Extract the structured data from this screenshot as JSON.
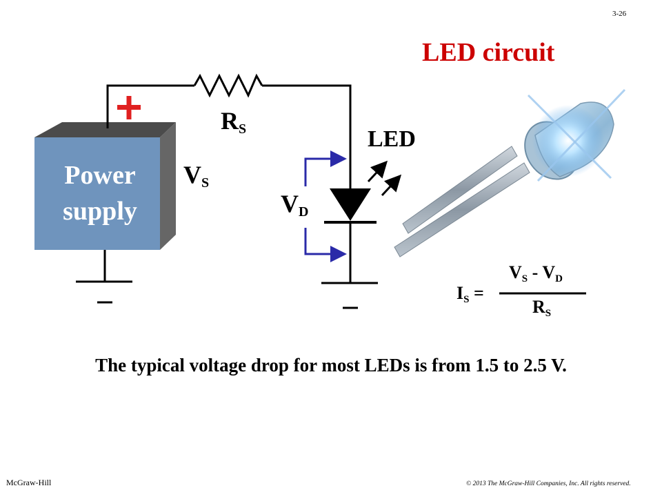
{
  "slide_number": "3-26",
  "title": "LED circuit",
  "power_supply": {
    "line1": "Power",
    "line2": "supply",
    "plus_symbol": "+"
  },
  "labels": {
    "rs_main": "R",
    "rs_sub": "S",
    "vs_main": "V",
    "vs_sub": "S",
    "vd_main": "V",
    "vd_sub": "D",
    "led": "LED"
  },
  "formula": {
    "lhs_main": "I",
    "lhs_sub": "S",
    "equals": "=",
    "num_v1": "V",
    "num_s1": "S",
    "num_op": "- V",
    "num_s2": "D",
    "den_main": "R",
    "den_sub": "S"
  },
  "note": "The typical voltage drop for most LEDs is from 1.5 to 2.5 V.",
  "footer": {
    "publisher": "McGraw-Hill",
    "copyright": "© 2013 The McGraw-Hill Companies, Inc. All rights reserved."
  },
  "colors": {
    "title": "#cc0000",
    "plus": "#e02020",
    "supply_front": "#6f94bd",
    "supply_top": "#4b4b4b",
    "supply_side": "#666666",
    "vd_bracket": "#2a2aa8",
    "wire": "#000000"
  },
  "icons": [
    "resistor-icon",
    "diode-icon",
    "ground-icon",
    "light-emission-arrows-icon",
    "led-component-icon"
  ]
}
